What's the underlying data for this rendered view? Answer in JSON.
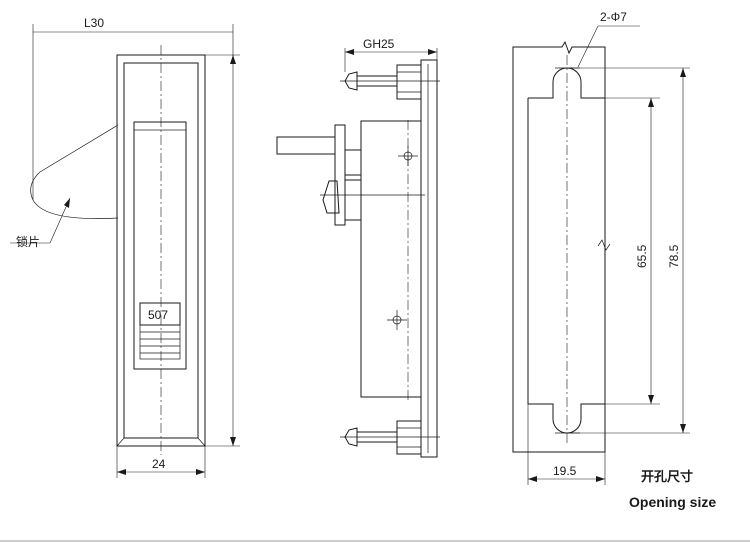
{
  "dimensions": {
    "front_height": "L30",
    "front_width": "24",
    "side_depth": "GH25",
    "holes": "2-Φ7",
    "hole_spacing": "65.5",
    "opening_height": "78.5",
    "opening_width": "19.5"
  },
  "labels": {
    "lock_plate": "锁片",
    "model": "507"
  },
  "caption": {
    "chinese": "开孔尺寸",
    "english": "Opening size"
  }
}
